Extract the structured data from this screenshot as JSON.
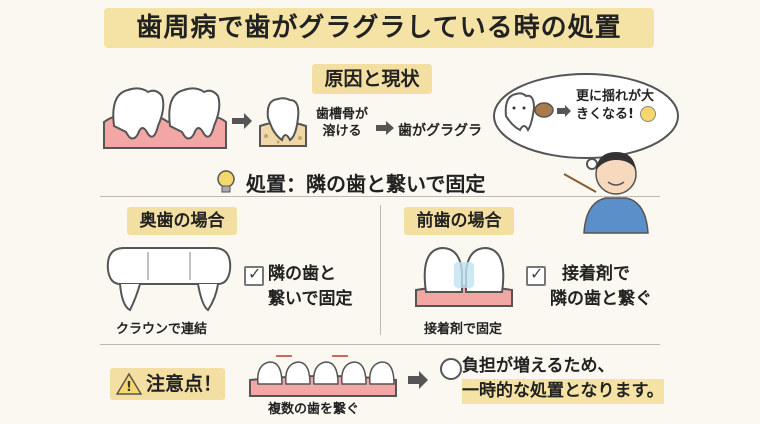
{
  "title": "歯周病で歯がグラグラしている時の処置",
  "cause": {
    "header": "原因と現状",
    "step1": "歯槽骨が溶ける",
    "step2": "歯がグラグラ",
    "bubble": "更に揺れが大きくなる!"
  },
  "treatment": {
    "header": "処置：隣の歯と繋いで固定",
    "back": {
      "header": "奥歯の場合",
      "caption": "クラウンで連結",
      "check_line1": "隣の歯と",
      "check_line2": "繋いで固定"
    },
    "front": {
      "header": "前歯の場合",
      "caption": "接着剤で固定",
      "check_line1": "接着剤で",
      "check_line2": "隣の歯と繋ぐ"
    }
  },
  "caution": {
    "label": "注意点！",
    "caption": "複数の歯を繋ぐ",
    "line1": "負担が増えるため、",
    "line2": "一時的な処置となります。"
  },
  "colors": {
    "accent": "#f5e3a6",
    "gum": "#f2a7a4",
    "tooth": "#ffffff",
    "outline": "#555555"
  }
}
